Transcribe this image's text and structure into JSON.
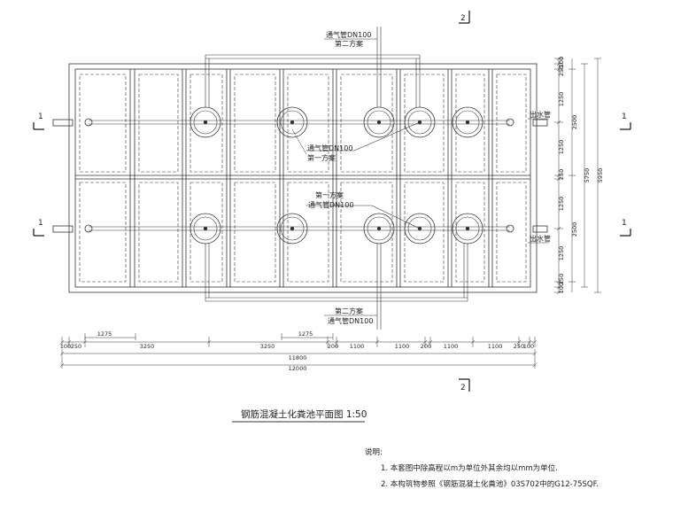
{
  "drawing_title": "钢筋混凝土化粪池平面图 1:50",
  "labels": {
    "vent_top": "通气管DN100",
    "scheme2_top": "第二方案",
    "vent_mid1": "通气管DN100",
    "scheme1_mid1": "第一方案",
    "scheme1_mid2": "第一方案",
    "vent_mid2": "通气管DN100",
    "scheme2_bottom": "第二方案",
    "vent_bottom": "通气管DN100",
    "outlet_top": "出水管",
    "outlet_bottom": "出水管"
  },
  "section_marks": {
    "s1": "1",
    "s2": "2"
  },
  "dims_bottom_row1": [
    "100",
    "250",
    "3250",
    "3250",
    "200",
    "1100",
    "1100",
    "200",
    "1100",
    "1100",
    "250",
    "100"
  ],
  "dims_inner": [
    "1275",
    "1275"
  ],
  "dim_overall_inner": "11800",
  "dim_overall": "12000",
  "dims_right_inner": [
    "100",
    "250",
    "1250",
    "1250",
    "250",
    "1250",
    "1250",
    "250",
    "100"
  ],
  "dims_right_mid": [
    "2500",
    "2500"
  ],
  "dim_right_5750": "5750",
  "dim_right_5950": "5950",
  "notes": {
    "title": "说明:",
    "items": [
      "1. 本套图中除高程以m为单位外其余均以mm为单位.",
      "2. 本构筑物参照《钢筋混凝土化粪池》03S702中的G12-75SQF."
    ]
  }
}
